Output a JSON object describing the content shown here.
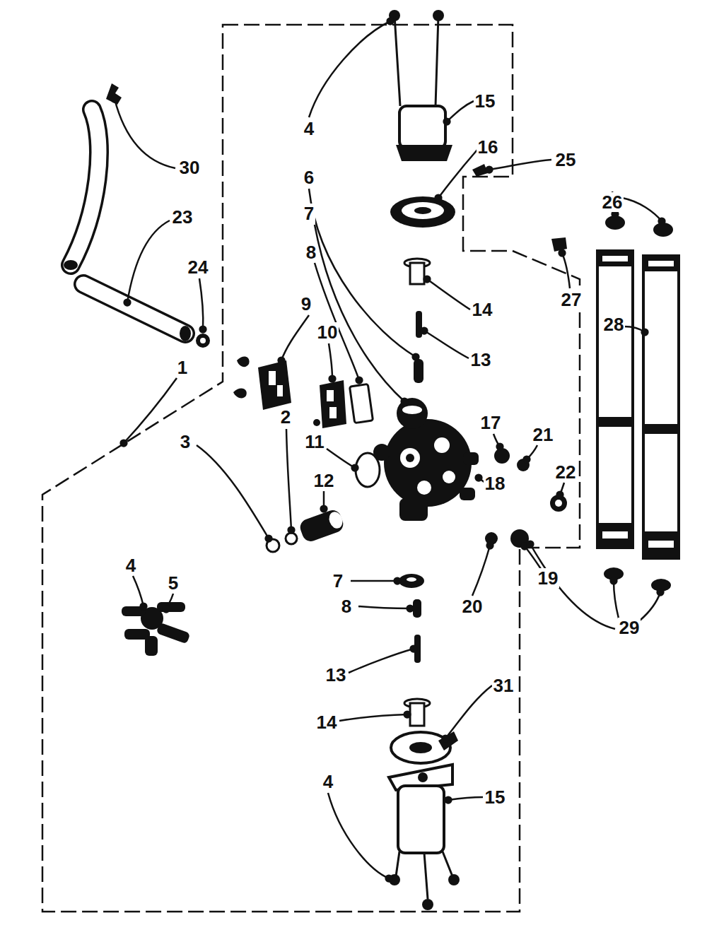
{
  "diagram": {
    "labels": [
      "30",
      "23",
      "24",
      "1",
      "2",
      "3",
      "4",
      "5",
      "4",
      "15",
      "16",
      "25",
      "26",
      "27",
      "6",
      "7",
      "14",
      "8",
      "9",
      "10",
      "13",
      "28",
      "17",
      "21",
      "11",
      "18",
      "22",
      "12",
      "7",
      "19",
      "8",
      "20",
      "29",
      "13",
      "14",
      "31",
      "4",
      "15"
    ]
  }
}
